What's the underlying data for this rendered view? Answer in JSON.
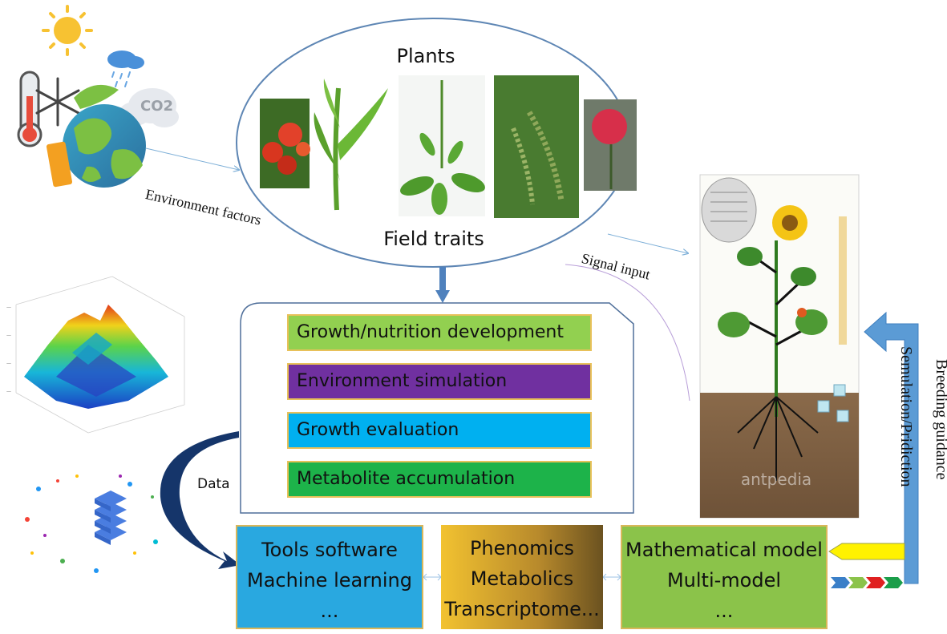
{
  "plants_section": {
    "title": "Plants",
    "subtitle": "Field traits"
  },
  "arrow_labels": {
    "environment": "Environment factors",
    "signal": "Signal input",
    "data": "Data",
    "simulation": "Semulation/Pridiction",
    "breeding": "Breeding guidance"
  },
  "modules": [
    {
      "label": "Growth/nutrition development",
      "color": "#92d050"
    },
    {
      "label": "Environment simulation",
      "color": "#7030a0"
    },
    {
      "label": "Growth evaluation",
      "color": "#00b0f0"
    },
    {
      "label": "Metabolite accumulation",
      "color": "#1db34a"
    }
  ],
  "bottom_boxes": {
    "tools": {
      "lines": [
        "Tools software",
        "Machine learning",
        "..."
      ],
      "color": "#29a8e0"
    },
    "omics": {
      "lines": [
        "Phenomics",
        "Metabolics",
        "Transcriptome..."
      ],
      "color": "#c8a030"
    },
    "model": {
      "lines": [
        "Mathematical model",
        "Multi-model",
        "..."
      ],
      "color": "#8bc34a"
    }
  },
  "icons": {
    "sun": "sun-icon",
    "cloud": "rain-cloud-icon",
    "co2": "co2-cloud-icon",
    "co2_text": "CO2",
    "thermometer": "thermometer-icon",
    "snowflake": "snowflake-icon",
    "globe": "earth-globe-icon",
    "surface_plot": "3d-surface-plot",
    "server": "server-stack-icon"
  },
  "infographic": {
    "watermark": "antpedia"
  }
}
